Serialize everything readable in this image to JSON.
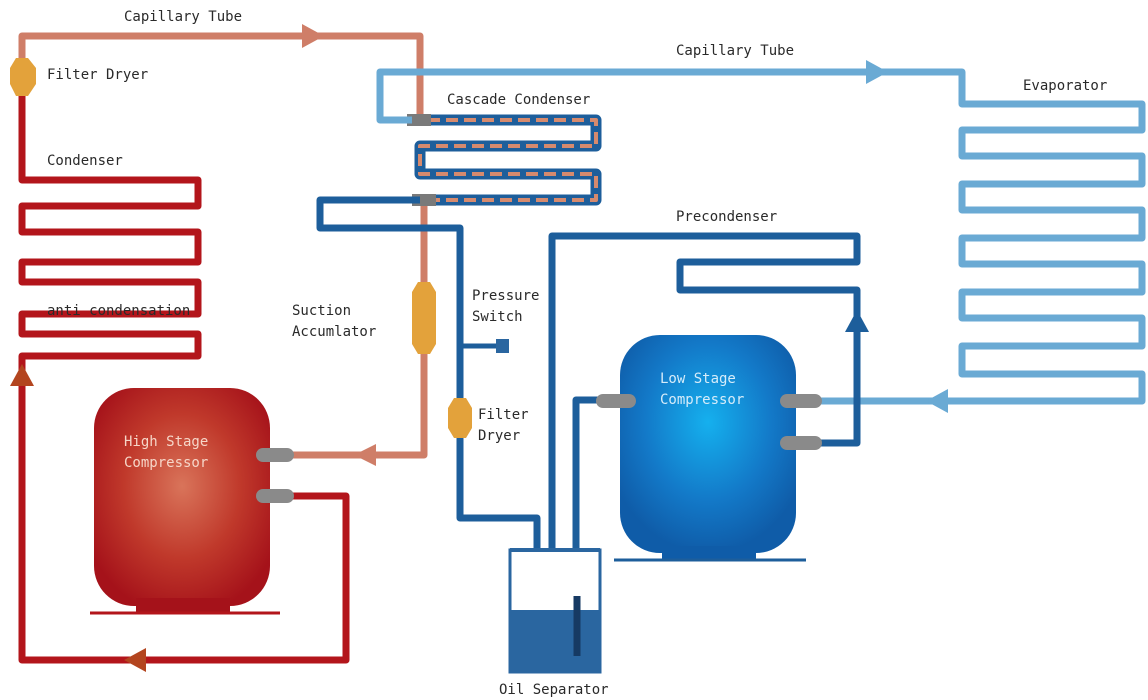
{
  "labels": {
    "capillary_tube_high": "Capillary Tube",
    "filter_dryer_high": "Filter Dryer",
    "condenser": "Condenser",
    "anti_condensation": "anti condensation",
    "high_stage_compressor_l1": "High Stage",
    "high_stage_compressor_l2": "Compressor",
    "capillary_tube_low": "Capillary Tube",
    "cascade_condenser": "Cascade Condenser",
    "evaporator": "Evaporator",
    "suction_accumulator_l1": "Suction",
    "suction_accumulator_l2": "Accumlator",
    "pressure_switch_l1": "Pressure",
    "pressure_switch_l2": "Switch",
    "filter_dryer_low_l1": "Filter",
    "filter_dryer_low_l2": "Dryer",
    "precondenser": "Precondenser",
    "low_stage_compressor_l1": "Low Stage",
    "low_stage_compressor_l2": "Compressor",
    "oil_separator": "Oil Separator"
  },
  "colors": {
    "high_hot": "#b3151b",
    "high_warm": "#cf7e68",
    "low_dark": "#1d5e9b",
    "low_light": "#6aaad4",
    "component_orange": "#e3a23b",
    "fitting_gray": "#7a7a7a",
    "oil": "#2a66a0"
  }
}
